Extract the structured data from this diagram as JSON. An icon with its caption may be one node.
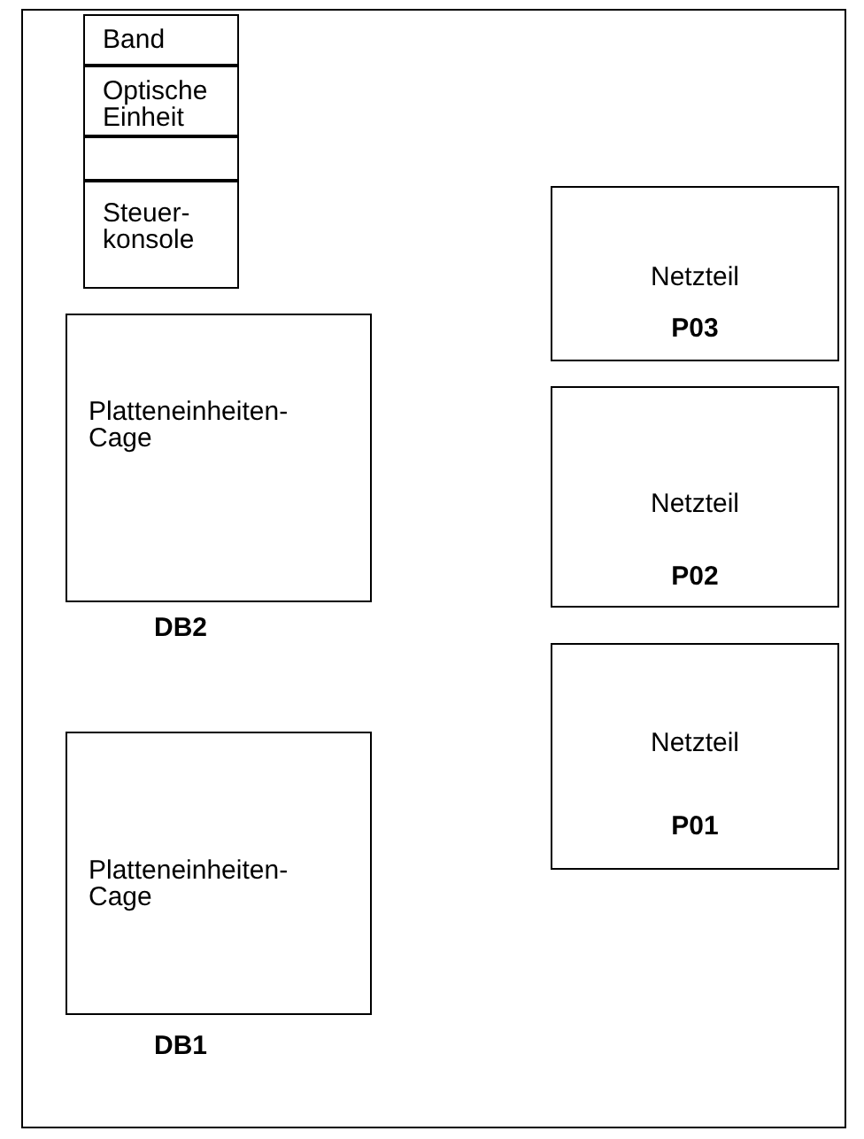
{
  "diagram": {
    "nodes": [
      {
        "text": [],
        "shape": "box"
      },
      {
        "text": [
          "Band"
        ],
        "in": 0
      },
      {
        "text": [
          "Optische Einheit"
        ],
        "in": 0
      },
      {
        "text": [],
        "shape": "box",
        "in": 0
      },
      {
        "text": [
          "Steuer- konsole"
        ],
        "in": 0
      },
      {
        "text": [
          "Platteneinheiten- Cage"
        ],
        "beside": [
          "DB2"
        ],
        "in": 0
      },
      {
        "text": [
          "Platteneinheiten- Cage"
        ],
        "beside": [
          "DB1"
        ],
        "in": 0
      },
      {
        "text": [
          "Netzteil",
          "P03"
        ],
        "in": 0
      },
      {
        "text": [
          "Netzteil",
          "P02"
        ],
        "in": 0
      },
      {
        "text": [
          "Netzteil",
          "P01"
        ],
        "in": 0
      }
    ],
    "edges": []
  }
}
